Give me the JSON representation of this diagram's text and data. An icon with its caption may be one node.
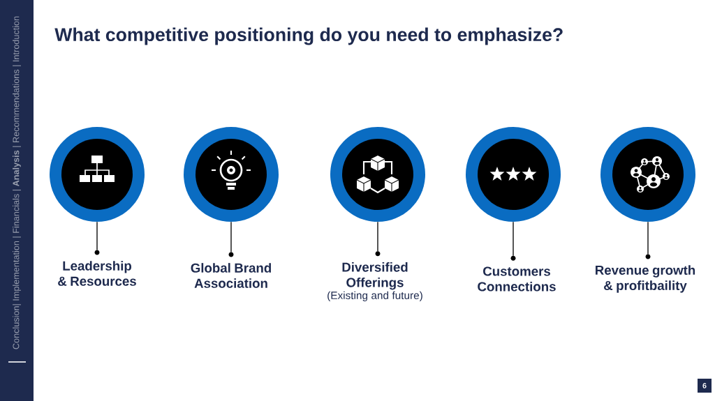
{
  "diagram": {
    "title": "What competitive positioning do you need to emphasize?",
    "nodes": [
      {
        "text": [],
        "shape": "circle"
      },
      {
        "text": [],
        "shape": "circle"
      },
      {
        "text": [],
        "shape": "circle"
      },
      {
        "text": [],
        "shape": "circle"
      },
      {
        "text": [],
        "shape": "circle"
      },
      {
        "text": [
          "Leadership & Resources"
        ]
      },
      {
        "text": [
          "Global Brand Association"
        ]
      },
      {
        "text": [
          "Diversified Offerings",
          "(Existing and future)"
        ]
      },
      {
        "text": [
          "Customers Connections"
        ]
      },
      {
        "text": [
          "Revenue growth & profitbaility"
        ]
      }
    ],
    "edges": [
      {
        "from": 0,
        "to": 5,
        "arrow": "none"
      },
      {
        "from": 1,
        "to": 6,
        "arrow": "none"
      },
      {
        "from": 2,
        "to": 7,
        "arrow": "none"
      },
      {
        "from": 3,
        "to": 8,
        "arrow": "none"
      },
      {
        "from": 4,
        "to": 9,
        "arrow": "none"
      }
    ],
    "labels": [
      "Conclusion| Implementation | Financials | **Analysis** | Recommendations | Introduction",
      "6"
    ]
  }
}
